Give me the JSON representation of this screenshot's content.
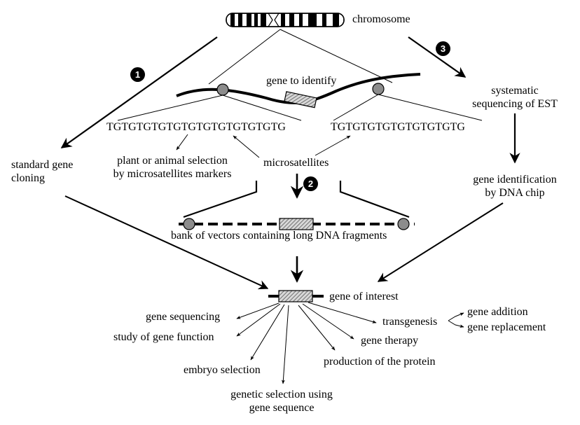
{
  "colors": {
    "ink": "#000000",
    "marker_fill": "#8c8c8c",
    "gene_hatch": "#7a7a7a",
    "background": "#ffffff"
  },
  "labels": {
    "chromosome": "chromosome",
    "gene_to_identify": "gene to identify",
    "microsatellite_seq_left": "TGTGTGTGTGTGTGTGTGTGTGTG",
    "microsatellite_seq_right": "TGTGTGTGTGTGTGTGTG",
    "plant_selection_line1": "plant or animal selection",
    "plant_selection_line2": "by microsatellites markers",
    "microsatellites": "microsatellites",
    "standard_gene_cloning_line1": "standard gene",
    "standard_gene_cloning_line2": "cloning",
    "systematic_line1": "systematic",
    "systematic_line2": "sequencing of EST",
    "gene_identification_line1": "gene identification",
    "gene_identification_line2": "by DNA chip",
    "bank_of_vectors": "bank of vectors containing long DNA fragments",
    "gene_of_interest": "gene of interest",
    "gene_sequencing": "gene sequencing",
    "study_of_gene_function": "study of gene function",
    "embryo_selection": "embryo selection",
    "genetic_selection_line1": "genetic selection using",
    "genetic_selection_line2": "gene sequence",
    "production_of_protein": "production of the protein",
    "gene_therapy": "gene therapy",
    "transgenesis": "transgenesis",
    "gene_addition": "gene addition",
    "gene_replacement": "gene replacement"
  },
  "badges": {
    "step1": "1",
    "step2": "2",
    "step3": "3"
  }
}
